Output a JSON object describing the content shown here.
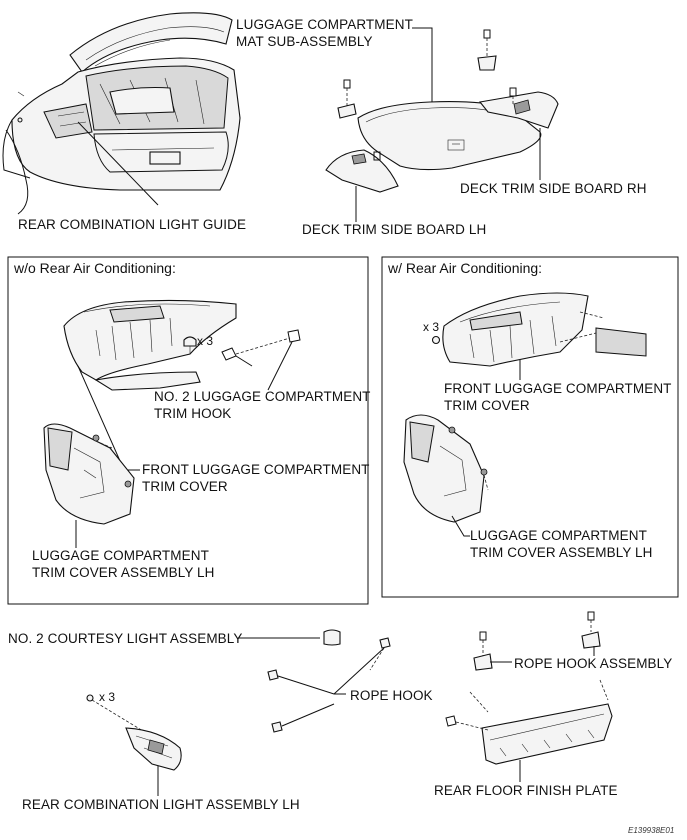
{
  "labels": {
    "luggage_mat_line1": "LUGGAGE COMPARTMENT",
    "luggage_mat_line2": "MAT SUB-ASSEMBLY",
    "deck_trim_rh": "DECK TRIM SIDE BOARD RH",
    "deck_trim_lh": "DECK TRIM SIDE BOARD LH",
    "rear_light_guide": "REAR COMBINATION LIGHT GUIDE",
    "no2_hook_line1": "NO. 2 LUGGAGE COMPARTMENT",
    "no2_hook_line2": "TRIM HOOK",
    "front_trim_left_line1": "FRONT LUGGAGE COMPARTMENT",
    "front_trim_left_line2": "TRIM COVER",
    "trim_cover_left_line1": "LUGGAGE COMPARTMENT",
    "trim_cover_left_line2": "TRIM COVER ASSEMBLY LH",
    "front_trim_right_line1": "FRONT LUGGAGE COMPARTMENT",
    "front_trim_right_line2": "TRIM COVER",
    "trim_cover_right_line1": "LUGGAGE COMPARTMENT",
    "trim_cover_right_line2": "TRIM COVER ASSEMBLY LH",
    "courtesy_light": "NO. 2 COURTESY LIGHT ASSEMBLY",
    "rope_hook_assembly": "ROPE HOOK ASSEMBLY",
    "rope_hook": "ROPE HOOK",
    "rear_light_assembly": "REAR COMBINATION LIGHT ASSEMBLY LH",
    "rear_floor_plate": "REAR FLOOR FINISH PLATE"
  },
  "panels": {
    "left_title": "w/o Rear Air Conditioning:",
    "right_title": "w/ Rear Air Conditioning:"
  },
  "quantities": {
    "left_panel_clips": "x 3",
    "right_panel_clips": "x 3",
    "light_nuts": "x 3"
  },
  "figure_code": "E139938E01"
}
